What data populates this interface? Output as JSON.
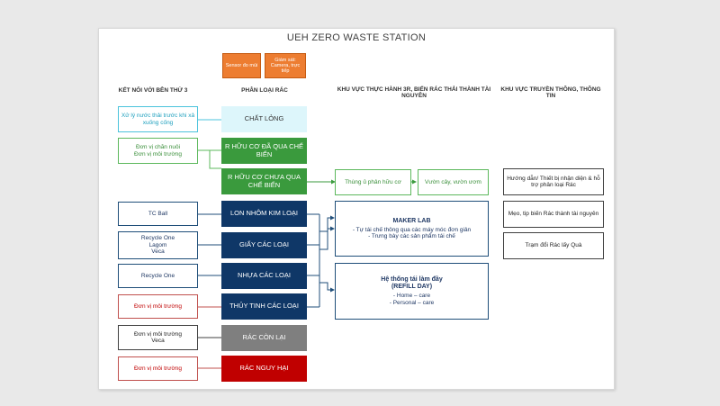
{
  "title": "UEH ZERO WASTE STATION",
  "sensors": {
    "smell": "Sensor đo mùi",
    "monitor": "Giám sát: Camera, trực tiếp"
  },
  "headers": {
    "third_party": "KẾT NỐI VỚI BÊN THỨ 3",
    "classify": "PHÂN LOẠI RÁC",
    "practice": "KHU VỰC THỰC HÀNH 3R, BIẾN RÁC THẢI THÀNH TÀI NGUYÊN",
    "communication": "KHU VỰC TRUYỀN THÔNG, THÔNG TIN"
  },
  "categories": [
    "CHẤT LỎNG",
    "R HỮU CƠ ĐÃ QUA CHẾ BIẾN",
    "R HỮU CƠ CHƯA QUA CHẾ BIẾN",
    "LON NHÔM KIM LOẠI",
    "GIẤY CÁC LOẠI",
    "NHỰA CÁC LOẠI",
    "THỦY TINH CÁC LOẠI",
    "RÁC CÒN LẠI",
    "RÁC NGUY HẠI"
  ],
  "third_party": [
    "Xử lý nước thải trước khi xả xuống cống",
    "Đơn vị chăn nuôi\nĐơn vị môi trường",
    "TC Ball",
    "Recycle One\nLagom\nVeca",
    "Recycle One",
    "Đơn vị môi trường",
    "Đơn vị môi trường\nVeca",
    "Đơn vị môi trường"
  ],
  "practice": {
    "compost": "Thùng ủ phân hữu cơ",
    "garden": "Vườn cây, vườn ươm",
    "maker_title": "MAKER LAB",
    "maker_items": [
      "-   Tự tái chế thông qua các máy móc đơn giản",
      "-   Trưng bày các sản phẩm tái chế"
    ],
    "refill_title": "Hệ thống tái làm đầy\n(REFILL DAY)",
    "refill_items": [
      "-   Home – care",
      "-   Personal – care"
    ]
  },
  "communication": [
    "Hướng dẫn/ Thiết bị nhận diện & hỗ trợ phân loại Rác",
    "Mẹo, tip biến Rác thành tài nguyên",
    "Trạm đổi Rác lấy Quà"
  ]
}
